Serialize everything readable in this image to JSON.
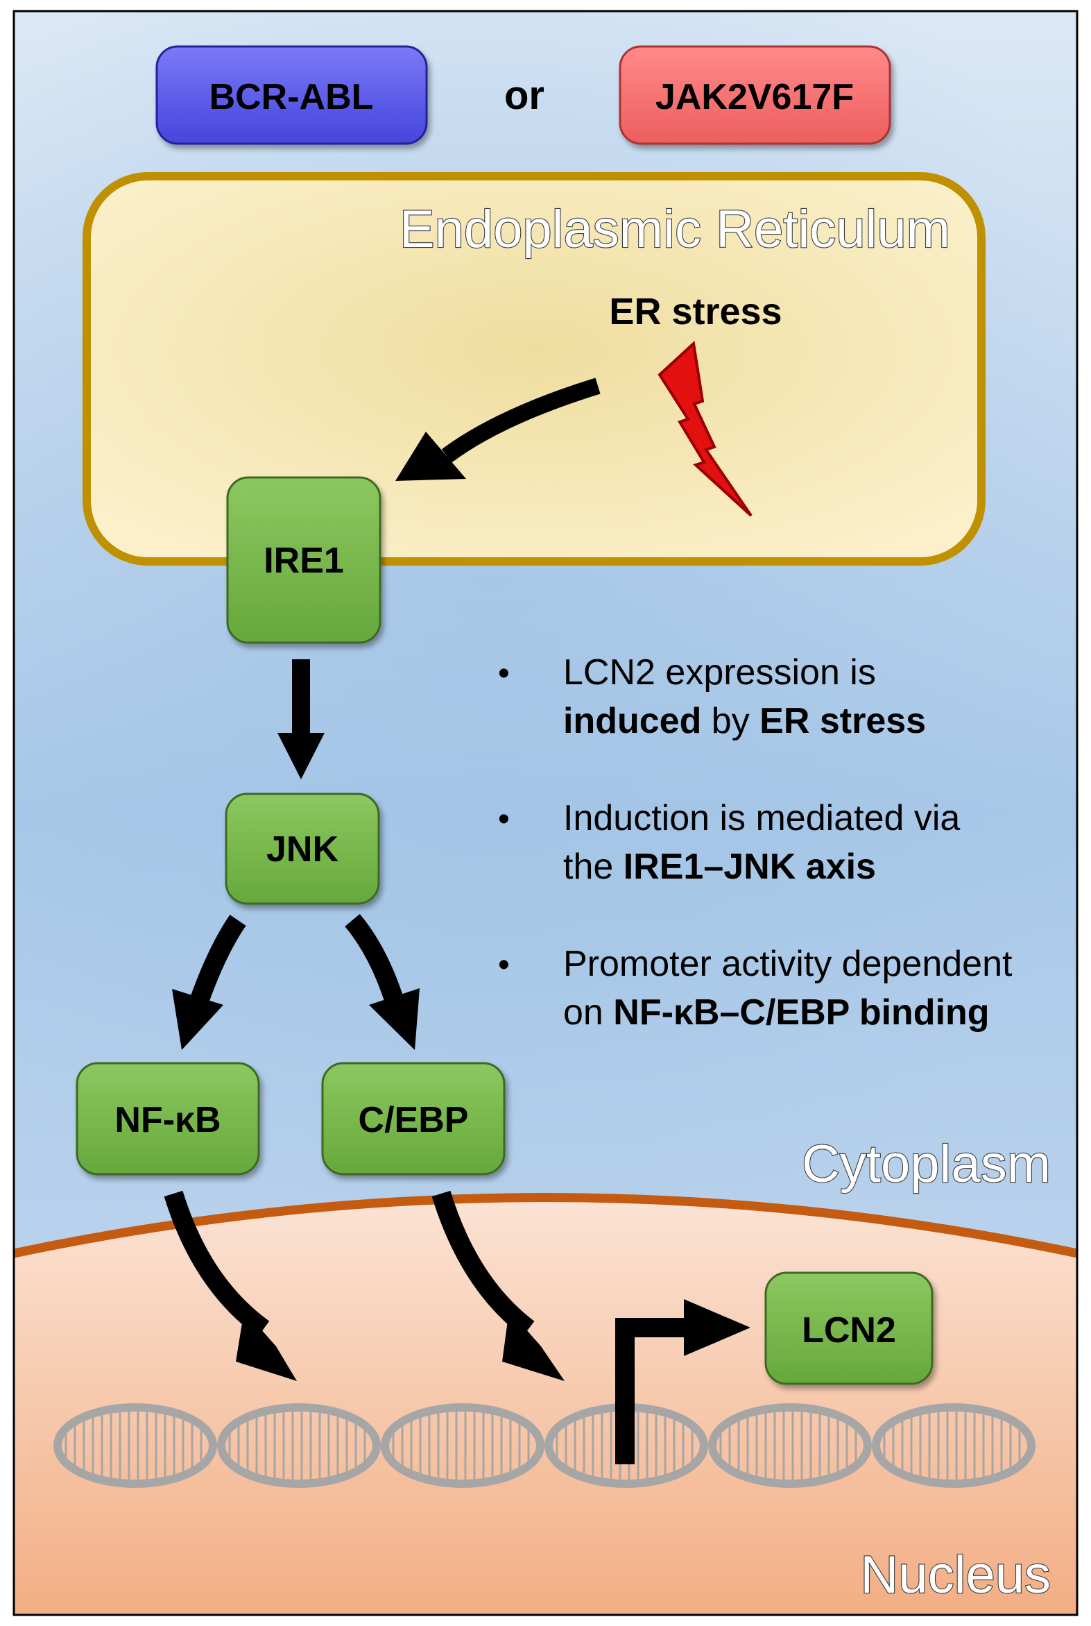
{
  "inducers": {
    "left": "BCR-ABL",
    "connector": "or",
    "right": "JAK2V617F"
  },
  "compartments": {
    "er": "Endoplasmic Reticulum",
    "cytoplasm": "Cytoplasm",
    "nucleus": "Nucleus"
  },
  "stress_label": "ER stress",
  "nodes": {
    "ire1": "IRE1",
    "jnk": "JNK",
    "nfkb": "NF-κB",
    "cebp": "C/EBP",
    "lcn2": "LCN2"
  },
  "findings": [
    {
      "line1": "LCN2 expression is",
      "line2": [
        {
          "text": "induced",
          "bold": true
        },
        {
          "text": " by ",
          "bold": false
        },
        {
          "text": "ER stress",
          "bold": true
        }
      ]
    },
    {
      "line1": "Induction is mediated via",
      "line2": [
        {
          "text": "the ",
          "bold": false
        },
        {
          "text": "IRE1–JNK axis",
          "bold": true
        }
      ]
    },
    {
      "line1": "Promoter activity dependent",
      "line2": [
        {
          "text": "on ",
          "bold": false
        },
        {
          "text": "NF-κB–C/EBP binding",
          "bold": true
        }
      ]
    }
  ],
  "bullet_symbol": "•",
  "colors": {
    "bcr_abl_box": "#5858ee",
    "jak2_box": "#f77070",
    "protein_box": "#78b84a",
    "er_fill": "#f6e7b4",
    "er_border": "#bf9000",
    "nuclear_membrane": "#c55a11",
    "lightning": "#e31010",
    "dna": "#a6a6a6"
  },
  "icons": [
    "lightning-bolt-icon",
    "dna-helix-icon",
    "transcription-start-arrow-icon"
  ]
}
